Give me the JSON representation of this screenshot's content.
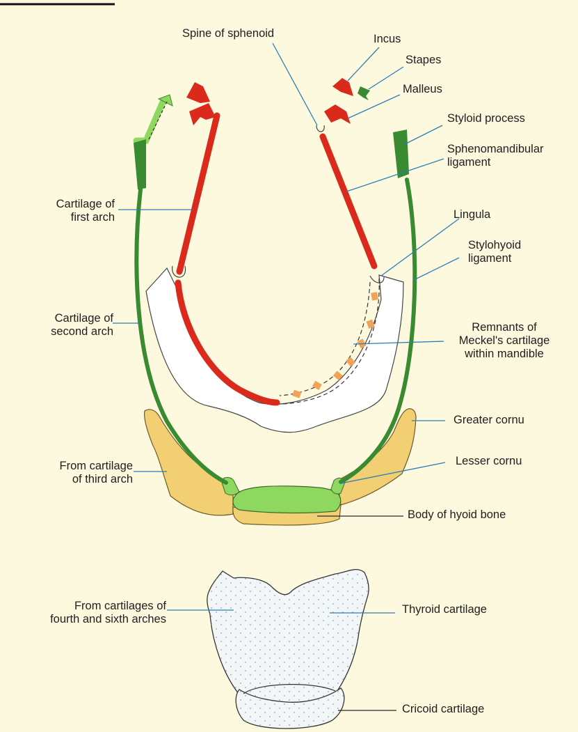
{
  "colors": {
    "background": "#fdf9de",
    "first_arch": "#d92a1c",
    "second_arch": "#3a8a32",
    "second_arch_light": "#8fd860",
    "third_arch": "#f2cf72",
    "thyroid_cricoid": "#f3f6f6",
    "leader_line": "#2a7fb8",
    "mandible": "#ffffff"
  },
  "labels": {
    "spine_of_sphenoid": "Spine of sphenoid",
    "incus": "Incus",
    "stapes": "Stapes",
    "malleus": "Malleus",
    "styloid_process": "Styloid process",
    "sphenomandibular_ligament": [
      "Sphenomandibular",
      "ligament"
    ],
    "cartilage_first_arch": [
      "Cartilage of",
      "first arch"
    ],
    "lingula": "Lingula",
    "stylohyoid_ligament": [
      "Stylohyoid",
      "ligament"
    ],
    "cartilage_second_arch": [
      "Cartilage of",
      "second arch"
    ],
    "remnants_meckel": [
      "Remnants of",
      "Meckel's cartilage",
      "within mandible"
    ],
    "greater_cornu": "Greater cornu",
    "from_third_arch": [
      "From cartilage",
      "of third arch"
    ],
    "lesser_cornu": "Lesser cornu",
    "body_of_hyoid": "Body of hyoid bone",
    "from_fourth_sixth": [
      "From cartilages of",
      "fourth and sixth arches"
    ],
    "thyroid_cartilage": "Thyroid cartilage",
    "cricoid_cartilage": "Cricoid cartilage"
  }
}
